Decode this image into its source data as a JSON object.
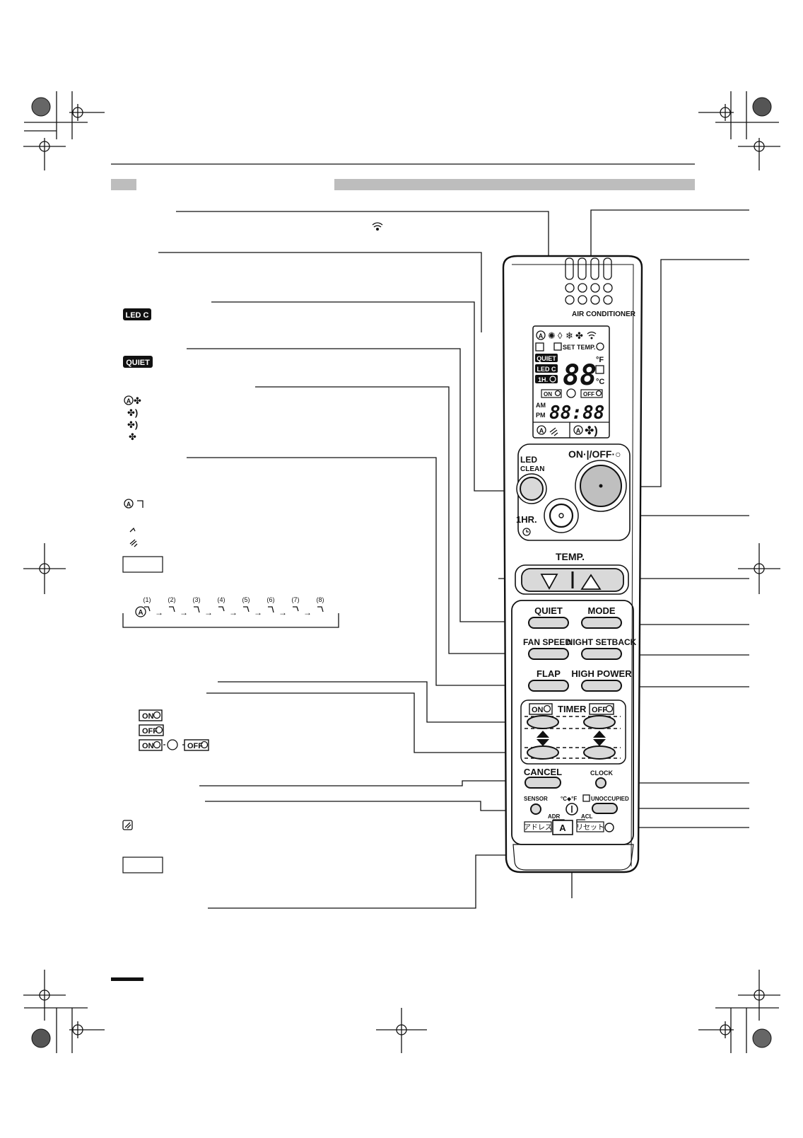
{
  "remote": {
    "brand_label": "AIR CONDITIONER",
    "lcd": {
      "set_temp_label": "SET TEMP.",
      "temp_digits": "88",
      "unit_f": "°F",
      "unit_c": "°C",
      "badge_quiet": "QUIET",
      "badge_led_c": "LED C",
      "badge_1h": "1H.",
      "badge_on": "ON",
      "badge_off": "OFF",
      "am": "AM",
      "pm": "PM",
      "clock_digits": "88:88"
    },
    "led_clean_line1": "LED",
    "led_clean_line2": "CLEAN",
    "on_off_label": "ON·|/OFF·○",
    "one_hr_label": "1HR.",
    "temp_label": "TEMP.",
    "quiet_label": "QUIET",
    "mode_label": "MODE",
    "fan_speed_label": "FAN SPEED",
    "night_setback_label": "NIGHT SETBACK",
    "flap_label": "FLAP",
    "high_power_label": "HIGH POWER",
    "timer_label": "TIMER",
    "timer_on_badge": "ON",
    "timer_off_badge": "OFF",
    "cancel_label": "CANCEL",
    "clock_label": "CLOCK",
    "sensor_label": "SENSOR",
    "cf_label": "°C◆°F",
    "unoccupied_label": "UNOCCUPIED",
    "adr_label": "ADR",
    "acl_label": "ACL",
    "address_jp": "アドレス",
    "address_key": "A",
    "reset_jp": "リセット"
  },
  "legend": {
    "led_c_badge": "LED C",
    "quiet_badge": "QUIET",
    "flap_sequence_numbers": [
      "(1)",
      "(2)",
      "(3)",
      "(4)",
      "(5)",
      "(6)",
      "(7)",
      "(8)"
    ],
    "timer_on_badge": "ON",
    "timer_off_badge": "OFF"
  },
  "colors": {
    "header_bar": "#bdbdbd",
    "button_fill": "#d9d9d9",
    "on_off_fill": "#bfbfbf",
    "ink": "#111111"
  }
}
